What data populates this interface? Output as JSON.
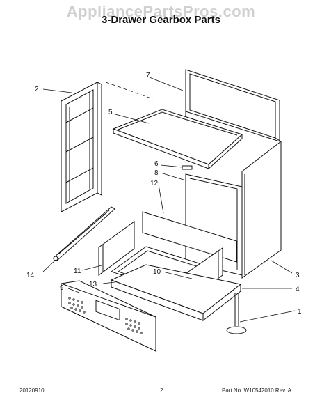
{
  "watermark": "AppliancePartsPros.com",
  "title": "3-Drawer Gearbox Parts",
  "callouts": {
    "c1": "1",
    "c2": "2",
    "c3": "3",
    "c4": "4",
    "c5": "5",
    "c6": "6",
    "c7": "7",
    "c8": "8",
    "c9": "9",
    "c10": "10",
    "c11": "11",
    "c12": "12",
    "c13": "13",
    "c14": "14"
  },
  "footer": {
    "date": "20120910",
    "page": "2",
    "part_no": "Part No. W10542010  Rev. A"
  },
  "colors": {
    "line": "#111111",
    "fill": "#ffffff",
    "watermark": "#d0d0d0"
  }
}
